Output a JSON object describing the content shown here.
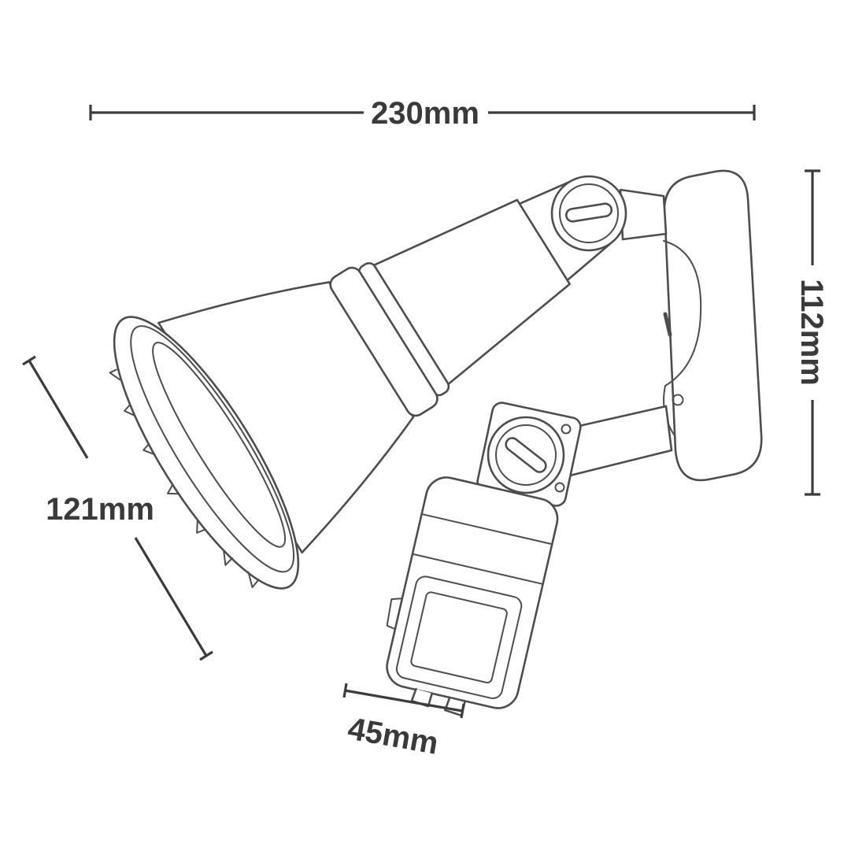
{
  "labels": {
    "top": "230mm",
    "right": "112mm",
    "left": "121mm",
    "bottom": "45mm"
  },
  "colors": {
    "line": "#4d4d4d",
    "dimension_line": "#3c3c3c",
    "label_text": "#3a3a3a",
    "background": "#ffffff"
  }
}
